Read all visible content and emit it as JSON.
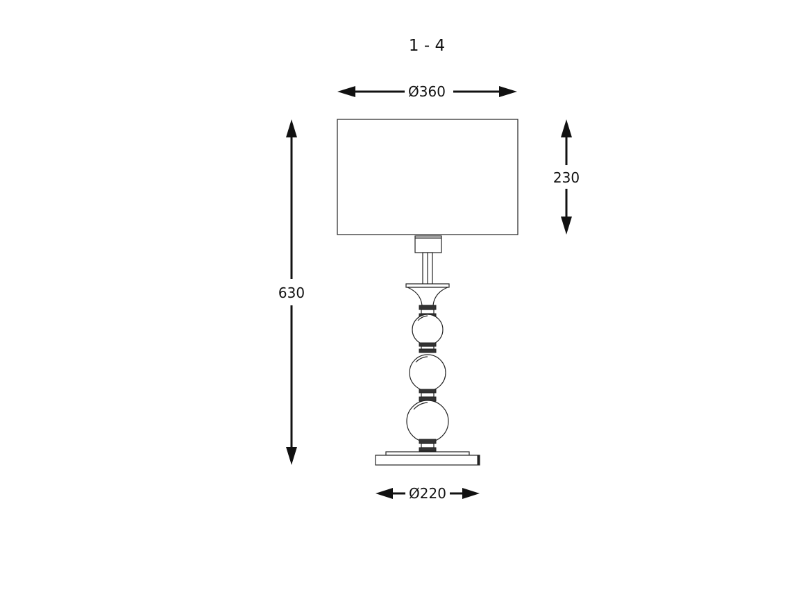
{
  "title": "1 - 4",
  "dimensions": {
    "shade_diameter": "Ø360",
    "shade_height": "230",
    "total_height": "630",
    "base_diameter": "Ø220"
  },
  "colors": {
    "line": "#222222",
    "text": "#111111",
    "background": "#ffffff"
  }
}
